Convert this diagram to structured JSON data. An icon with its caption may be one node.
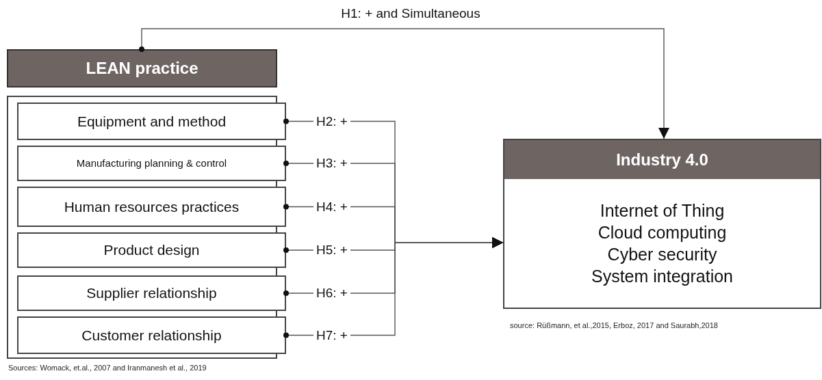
{
  "diagram": {
    "nodes": [
      {
        "text": [
          "LEAN practice"
        ],
        "beside": [
          "Sources: Womack, et.al., 2007 and Iranmanesh et al., 2019"
        ]
      },
      {
        "text": [
          "Equipment and method"
        ],
        "in": 0
      },
      {
        "text": [
          "Manufacturing planning & control"
        ],
        "in": 0
      },
      {
        "text": [
          "Human resources practices"
        ],
        "in": 0
      },
      {
        "text": [
          "Product design"
        ],
        "in": 0
      },
      {
        "text": [
          "Supplier relationship"
        ],
        "in": 0
      },
      {
        "text": [
          "Customer relationship"
        ],
        "in": 0
      },
      {
        "text": [
          "Industry 4.0",
          "Internet of Thing",
          "Cloud computing",
          "Cyber security",
          "System integration"
        ],
        "beside": [
          "source: Rüßmann, et al.,2015, Erboz, 2017 and Saurabh,2018"
        ]
      }
    ],
    "edges": [
      {
        "from": 0,
        "to": 7,
        "arrow": "to",
        "label": "H1: + and Simultaneous"
      },
      {
        "from": 1,
        "to": 7,
        "arrow": "to",
        "label": "H2: +"
      },
      {
        "from": 2,
        "to": 7,
        "arrow": "to",
        "label": "H3: +"
      },
      {
        "from": 3,
        "to": 7,
        "arrow": "to",
        "label": "H4: +"
      },
      {
        "from": 4,
        "to": 7,
        "arrow": "to",
        "label": "H5: +"
      },
      {
        "from": 5,
        "to": 7,
        "arrow": "to",
        "label": "H6: +"
      },
      {
        "from": 6,
        "to": 7,
        "arrow": "to",
        "label": "H7: +"
      }
    ]
  }
}
